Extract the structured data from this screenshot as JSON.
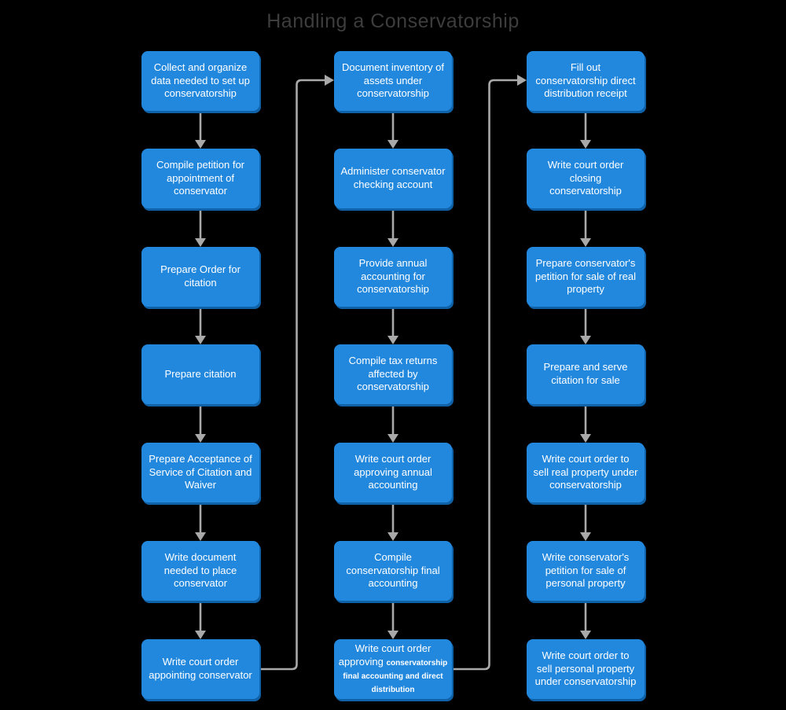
{
  "title": "Handling a Conservatorship",
  "colors": {
    "background": "#000000",
    "node_fill": "#2288dd",
    "node_shadow": "#1062a8",
    "node_text": "#ffffff",
    "connector": "#a9a9a9",
    "title": "#3d3d3d"
  },
  "diagram": {
    "columns": [
      {
        "name": "setup",
        "nodes": [
          {
            "lines": [
              "Collect and organize",
              "data needed to set up",
              "conservatorship"
            ]
          },
          {
            "lines": [
              "Compile petition for",
              "appointment of",
              "conservator"
            ]
          },
          {
            "lines": [
              "Prepare Order for",
              "citation"
            ]
          },
          {
            "lines": [
              "Prepare citation"
            ]
          },
          {
            "lines": [
              "Prepare Acceptance of",
              "Service of Citation and",
              "Waiver"
            ]
          },
          {
            "lines": [
              "Write document",
              "needed to place",
              "conservator"
            ]
          },
          {
            "lines": [
              "Write court order",
              "appointing conservator"
            ]
          }
        ]
      },
      {
        "name": "administration",
        "nodes": [
          {
            "lines": [
              "Document inventory of",
              "assets under",
              "conservatorship"
            ]
          },
          {
            "lines": [
              "Administer conservator",
              "checking account"
            ]
          },
          {
            "lines": [
              "Provide annual",
              "accounting for",
              "conservatorship"
            ]
          },
          {
            "lines": [
              "Compile tax returns",
              "affected by",
              "conservatorship"
            ]
          },
          {
            "lines": [
              "Write court order",
              "approving annual",
              "accounting"
            ]
          },
          {
            "lines": [
              "Compile",
              "conservatorship final",
              "accounting"
            ]
          },
          {
            "text": "Write court order approving",
            "small_text": "conservatorship final accounting and direct distribution"
          }
        ]
      },
      {
        "name": "closing-and-sales",
        "nodes": [
          {
            "lines": [
              "Fill out",
              "conservatorship direct",
              "distribution receipt"
            ]
          },
          {
            "lines": [
              "Write court order",
              "closing",
              "conservatorship"
            ]
          },
          {
            "lines": [
              "Prepare conservator's",
              "petition for sale of real",
              "property"
            ]
          },
          {
            "lines": [
              "Prepare and serve",
              "citation for sale"
            ]
          },
          {
            "lines": [
              "Write court order to",
              "sell real property under",
              "conservatorship"
            ]
          },
          {
            "lines": [
              "Write conservator's",
              "petition for sale of",
              "personal property"
            ]
          },
          {
            "lines": [
              "Write court order to",
              "sell personal property",
              "under conservatorship"
            ]
          }
        ]
      }
    ],
    "connectors": {
      "within_columns": "each node has a downward arrow to the node below it",
      "bridges": [
        {
          "from": "Write court order appointing conservator",
          "to": "Document inventory of assets under conservatorship"
        },
        {
          "from": "Write court order approving conservatorship final accounting and direct distribution",
          "to": "Fill out conservatorship direct distribution receipt"
        }
      ]
    }
  }
}
